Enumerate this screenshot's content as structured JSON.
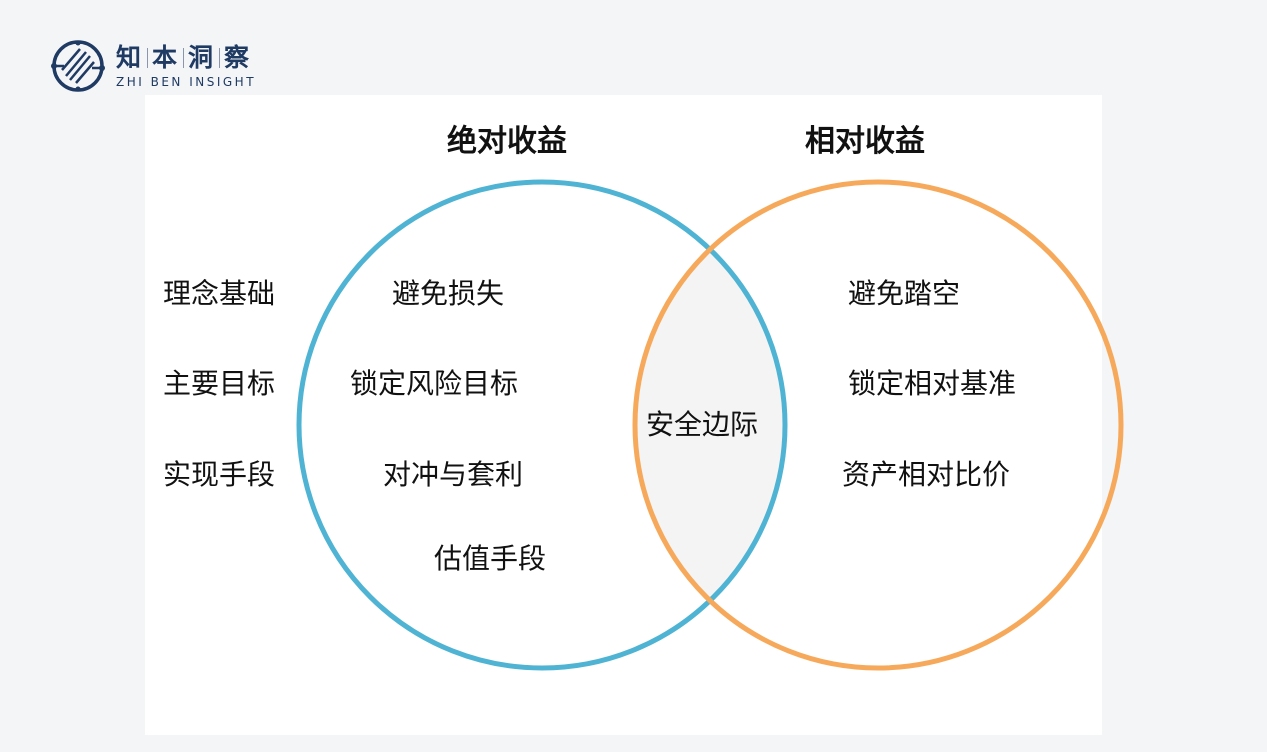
{
  "logo": {
    "name_cn": [
      "知",
      "本",
      "洞",
      "察"
    ],
    "name_en": "ZHI BEN INSIGHT"
  },
  "colors": {
    "absolute": "#4fb3d3",
    "relative": "#f6a95a",
    "overlap": "#f5f5f5"
  },
  "titles": {
    "absolute": "绝对收益",
    "relative": "相对收益"
  },
  "row_labels": [
    "理念基础",
    "主要目标",
    "实现手段"
  ],
  "absolute_items": [
    "避免损失",
    "锁定风险目标",
    "对冲与套利",
    "估值手段"
  ],
  "overlap": "安全边际",
  "relative_items": [
    "避免踏空",
    "锁定相对基准",
    "资产相对比价"
  ]
}
